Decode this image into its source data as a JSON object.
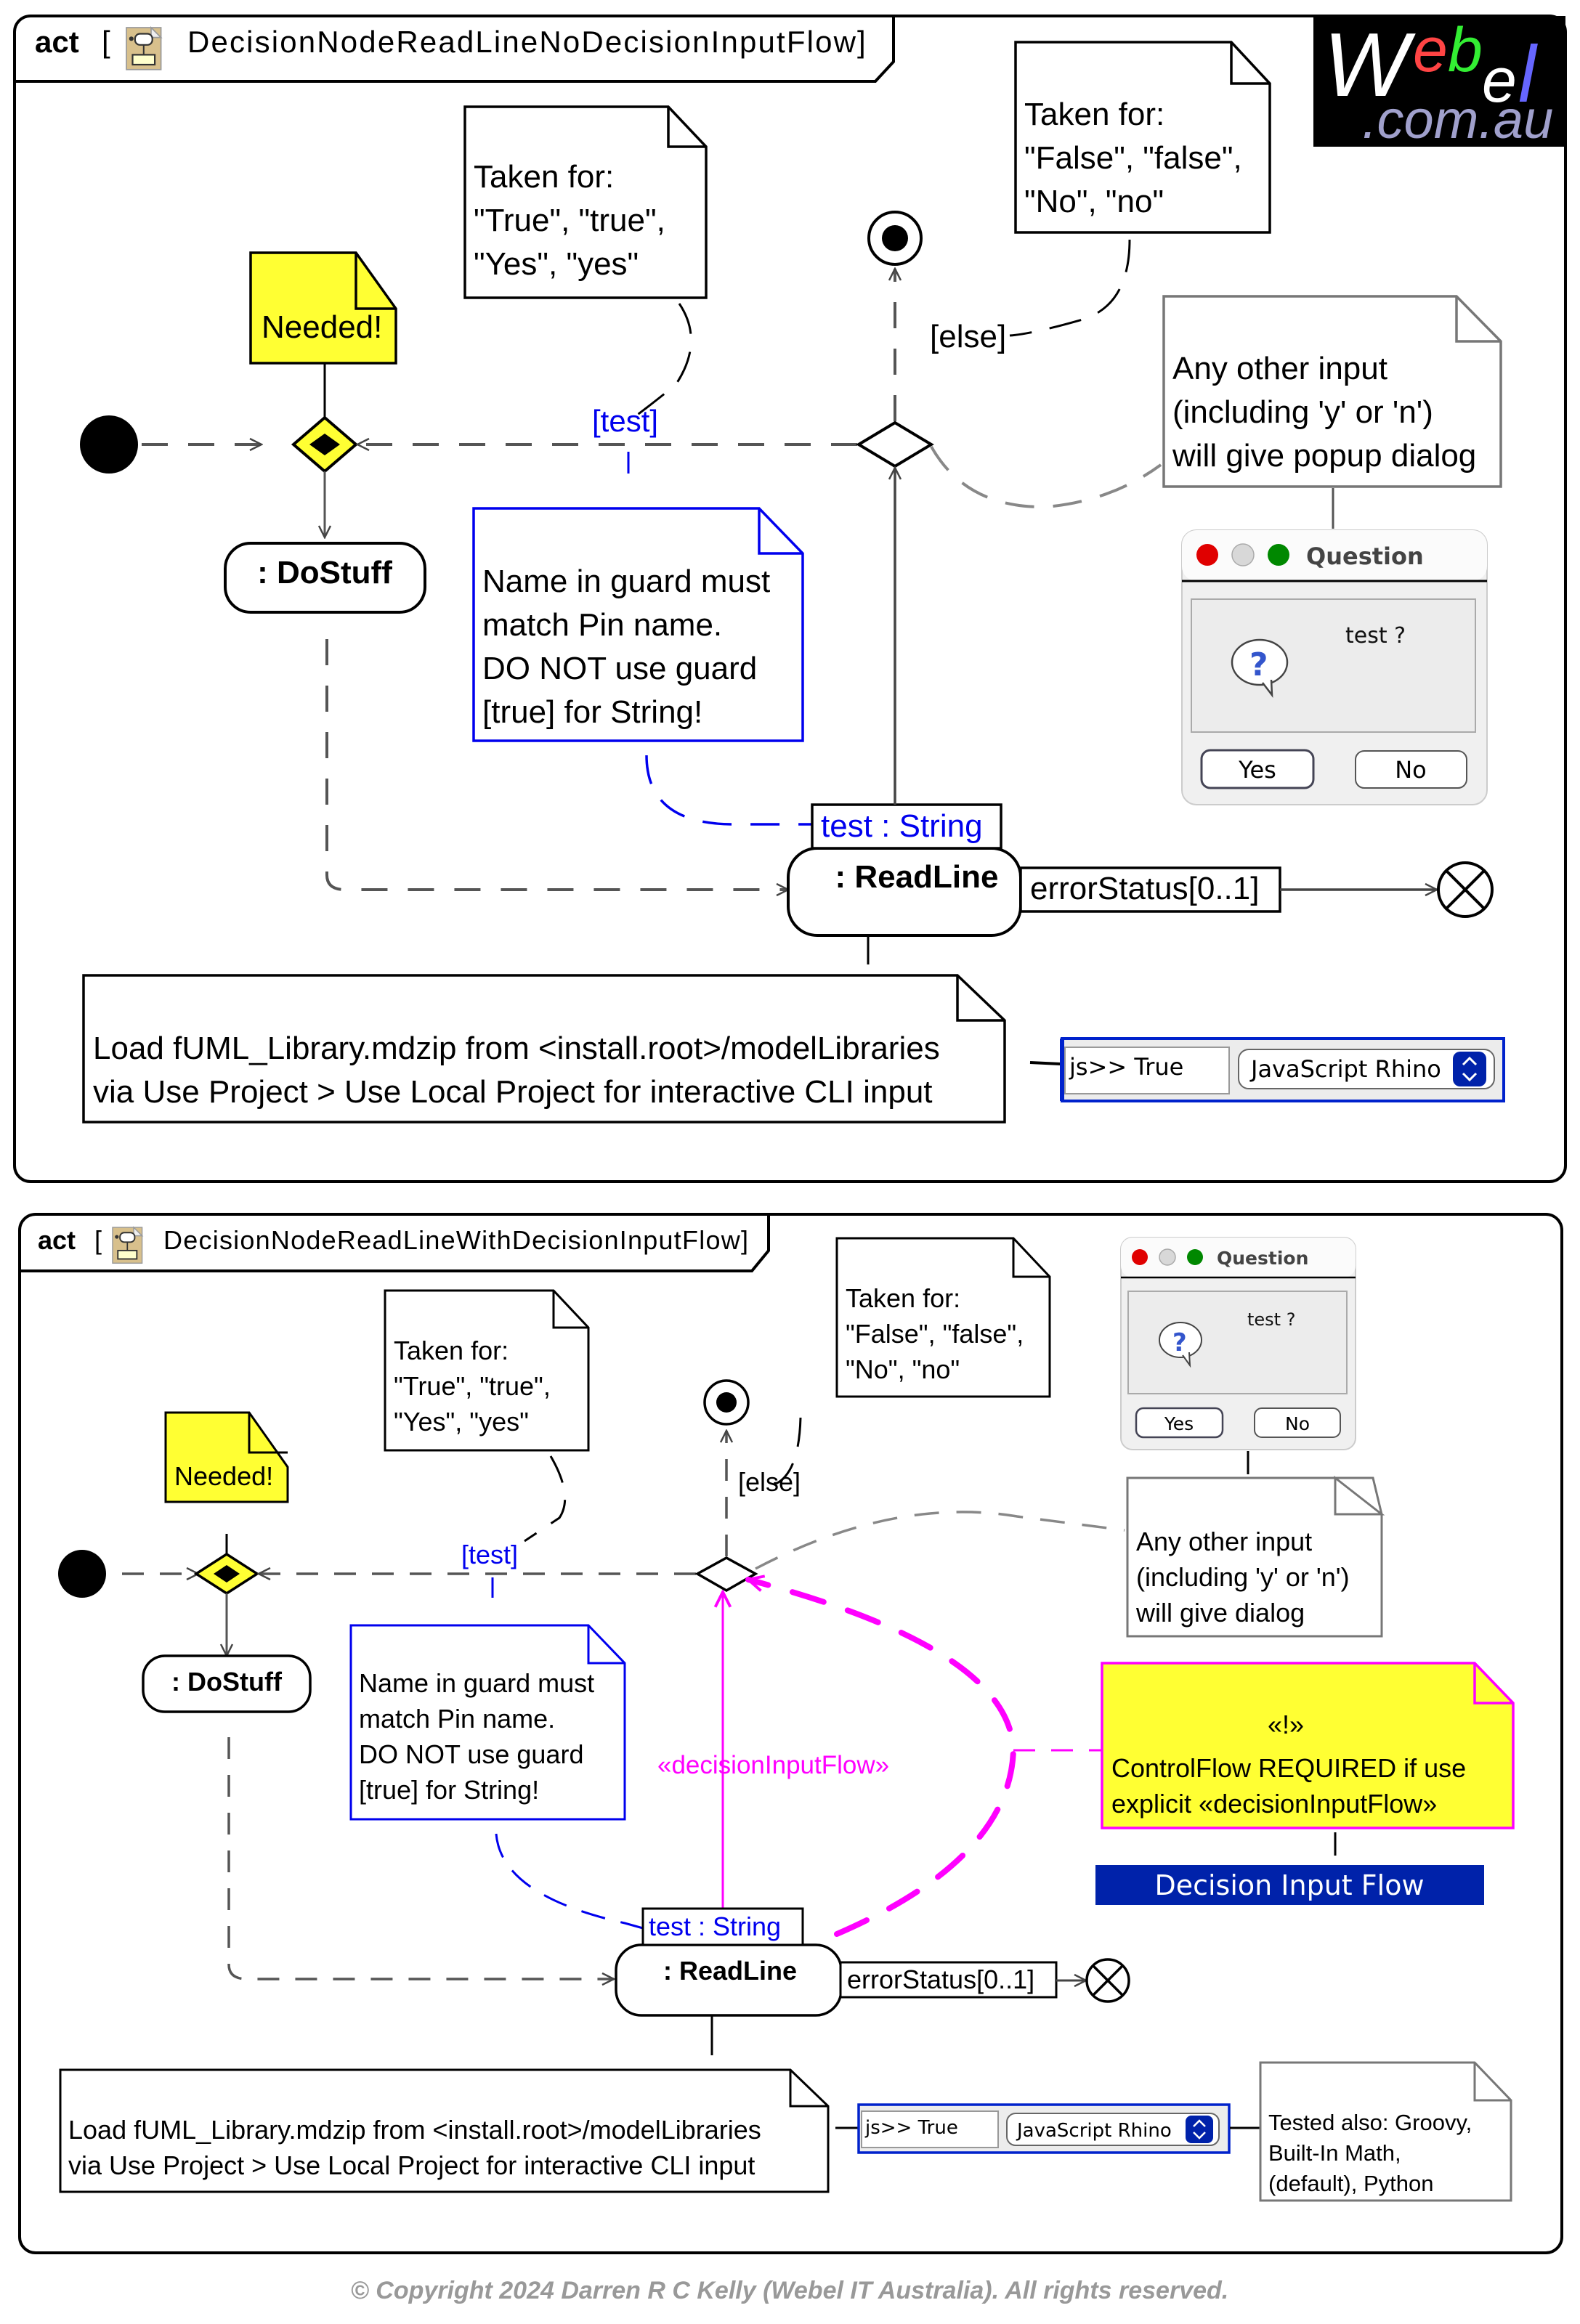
{
  "logo": {
    "w": "W",
    "e1": "e",
    "b": "b",
    "e2": "e",
    "l": "l",
    "domain": ".com.au",
    "colors": {
      "w": "#ffffff",
      "e1": "#ff4444",
      "b": "#33ee33",
      "e2": "#ffffff",
      "l": "#6666ff",
      "domain": "#a0a0cc"
    }
  },
  "colors": {
    "guard": "#0000ee",
    "decision_input": "#ff00ff",
    "note_yellow": "#ffff33",
    "dialog_blue": "#0022aa"
  },
  "diagrams": [
    {
      "frame_kind": "act",
      "frame_name": "DecisionNodeReadLineNoDecisionInputFlow",
      "note_true": [
        "Taken for:",
        "\"True\", \"true\",",
        "\"Yes\", \"yes\""
      ],
      "note_false": [
        "Taken for:",
        "\"False\", \"false\",",
        "\"No\", \"no\""
      ],
      "note_needed": "Needed!",
      "guard_test": "[test]",
      "guard_else": "[else]",
      "note_other": [
        "Any other input",
        "(including 'y' or 'n')",
        "will give popup dialog"
      ],
      "note_guard": [
        "Name in guard must",
        "match Pin name.",
        "DO NOT use guard",
        "[true] for String!"
      ],
      "action_dostuff": ": DoStuff",
      "action_readline": ": ReadLine",
      "pin_test": "test : String",
      "pin_error": "errorStatus[0..1]",
      "note_load": [
        "Load fUML_Library.mdzip from <install.root>/modelLibraries",
        "via Use Project > Use Local Project for interactive CLI input"
      ],
      "console_value": "js>> True",
      "engine_select": "JavaScript Rhino",
      "dialog": {
        "title": "Question",
        "message": "test ?",
        "yes": "Yes",
        "no": "No"
      }
    },
    {
      "frame_kind": "act",
      "frame_name": "DecisionNodeReadLineWithDecisionInputFlow]",
      "note_true": [
        "Taken for:",
        "\"True\", \"true\",",
        "\"Yes\", \"yes\""
      ],
      "note_false": [
        "Taken for:",
        "\"False\", \"false\",",
        "\"No\", \"no\""
      ],
      "note_needed": "Needed!",
      "guard_test": "[test]",
      "guard_else": "[else]",
      "note_other": [
        "Any other input",
        "(including 'y' or 'n')",
        "will give dialog"
      ],
      "note_guard": [
        "Name in guard must",
        "match Pin name.",
        "DO NOT use guard",
        "[true] for String!"
      ],
      "action_dostuff": ": DoStuff",
      "action_readline": ": ReadLine",
      "pin_test": "test : String",
      "pin_error": "errorStatus[0..1]",
      "decision_input_label": "«decisionInputFlow»",
      "note_required": [
        "«!»",
        "ControlFlow REQUIRED if use",
        "explicit «decisionInputFlow»"
      ],
      "dif_banner": "Decision Input Flow",
      "note_load": [
        "Load fUML_Library.mdzip from <install.root>/modelLibraries",
        "via Use Project > Use Local Project for interactive CLI input"
      ],
      "console_value": "js>> True",
      "engine_select": "JavaScript Rhino",
      "note_tested": [
        "Tested also: Groovy,",
        "Built-In Math,",
        "(default), Python"
      ],
      "dialog": {
        "title": "Question",
        "message": "test ?",
        "yes": "Yes",
        "no": "No"
      }
    }
  ],
  "copyright": "© Copyright 2024 Darren R C Kelly (Webel IT Australia). All rights reserved."
}
